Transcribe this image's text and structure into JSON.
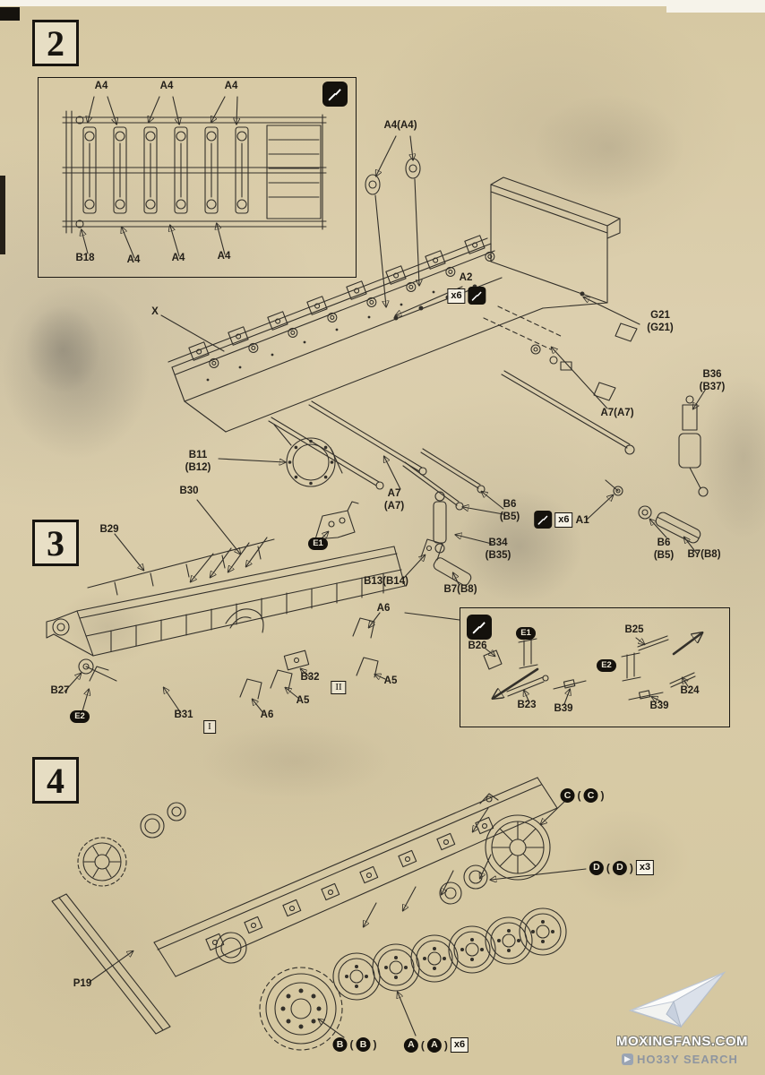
{
  "sheet": {
    "paper": "#d9cca9",
    "ink": "#33302a"
  },
  "step2": {
    "number": "2",
    "inset": {
      "top": [
        "A4",
        "A4",
        "A4"
      ],
      "bottom": [
        "A4",
        "A4",
        "A4"
      ],
      "b18": "B18"
    },
    "labels": {
      "a4a4": "A4(A4)",
      "a2": "A2",
      "x": "X",
      "g21": "G21\n(G21)",
      "b36": "B36\n(B37)",
      "a7a7": "A7(A7)",
      "b11": "B11\n(B12)",
      "b30": "B30",
      "a7": "A7\n(A7)",
      "b6_upper": "B6\n(B5)",
      "b34": "B34\n(B35)",
      "a1": "A1",
      "b6_lower": "B6\n(B5)",
      "b7b8_right": "B7(B8)",
      "b13": "B13(B14)",
      "b7b8_left": "B7(B8)",
      "qty6": "x6"
    }
  },
  "step3": {
    "number": "3",
    "labels": {
      "b29": "B29",
      "b27": "B27",
      "b31": "B31",
      "b32": "B32",
      "a5_left": "A5",
      "a5_right": "A5",
      "a6_lower": "A6",
      "a6_upper": "A6"
    },
    "badges": {
      "e1": "E1",
      "e2": "E2"
    },
    "romans": {
      "one": "I",
      "two": "II"
    },
    "inset": {
      "badges": {
        "e1": "E1",
        "e2": "E2"
      },
      "labels": {
        "b26": "B26",
        "b23": "B23",
        "b39_left": "B39",
        "b25": "B25",
        "b24": "B24",
        "b39_right": "B39"
      }
    }
  },
  "step4": {
    "number": "4",
    "labels": {
      "p19": "P19"
    },
    "badges": {
      "c": "C",
      "d": "D",
      "b": "B",
      "a": "A"
    },
    "qty_d": "x3",
    "qty_a": "x6"
  },
  "symbols": {
    "open": "(",
    "close": ")"
  },
  "watermark": {
    "site": "MOXINGFANS.COM",
    "brand": "HO33Y SEARCH"
  }
}
